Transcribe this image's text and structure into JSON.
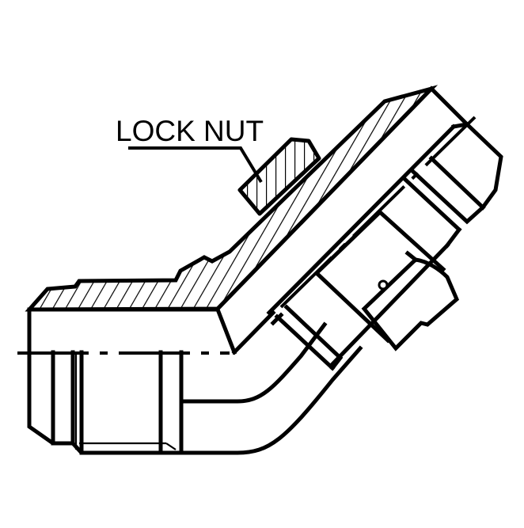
{
  "diagram": {
    "type": "technical-drawing",
    "subject": "45-degree elbow adjustable hydraulic fitting (cross-section)",
    "callouts": [
      {
        "id": "lock-nut",
        "text": "LOCK NUT"
      }
    ],
    "colors": {
      "line": "#000000",
      "background": "#ffffff"
    }
  }
}
